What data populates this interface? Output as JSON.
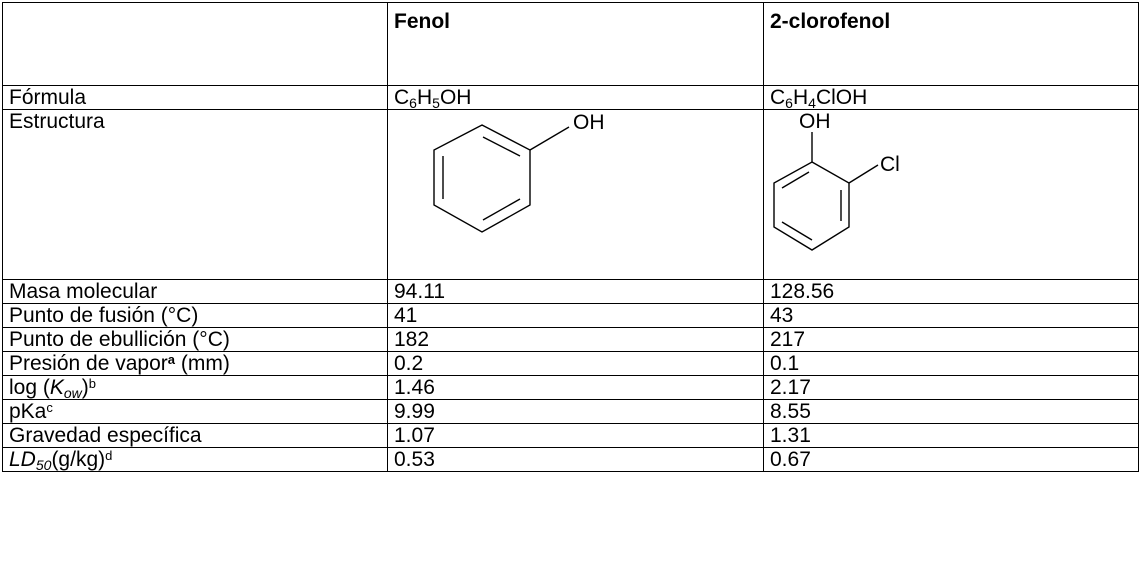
{
  "table": {
    "headers": [
      "",
      "Fenol",
      "2-clorofenol"
    ],
    "rows": [
      {
        "label": "Fórmula",
        "v1": "",
        "v2": ""
      },
      {
        "label": "Estructura",
        "v1": "",
        "v2": ""
      },
      {
        "label": "Masa molecular",
        "v1": "94.11",
        "v2": "128.56"
      },
      {
        "label": "Punto de fusión (°C)",
        "v1": "41",
        "v2": "43"
      },
      {
        "label": "Punto de ebullición (°C)",
        "v1": "182",
        "v2": "217"
      },
      {
        "label": "Presión de vapor",
        "label_sup": "a",
        "label_suffix": " (mm)",
        "v1": "0.2",
        "v2": "0.1"
      },
      {
        "label": "log (",
        "label_ital": "K",
        "label_sub": "ow",
        "label_close": ")",
        "label_sup": "b",
        "v1": "1.46",
        "v2": "2.17"
      },
      {
        "label": "pKa",
        "label_sup": "c",
        "v1": "9.99",
        "v2": "8.55"
      },
      {
        "label": "Gravedad específica",
        "v1": "1.07",
        "v2": "1.31"
      },
      {
        "label_ital": "LD",
        "label_sub": "50",
        "label": "(g/kg)",
        "label_sup": "d",
        "v1": "0.53",
        "v2": "0.67"
      }
    ],
    "formula_fenol": {
      "c": "C",
      "c_n": "6",
      "h": "H",
      "h_n": "5",
      "tail": "OH"
    },
    "formula_clorofenol": {
      "c": "C",
      "c_n": "6",
      "h": "H",
      "h_n": "4",
      "tail": "ClOH"
    },
    "structure_fenol": {
      "oh_label": "OH"
    },
    "structure_clorofenol": {
      "oh_label": "OH",
      "cl_label": "Cl"
    }
  }
}
